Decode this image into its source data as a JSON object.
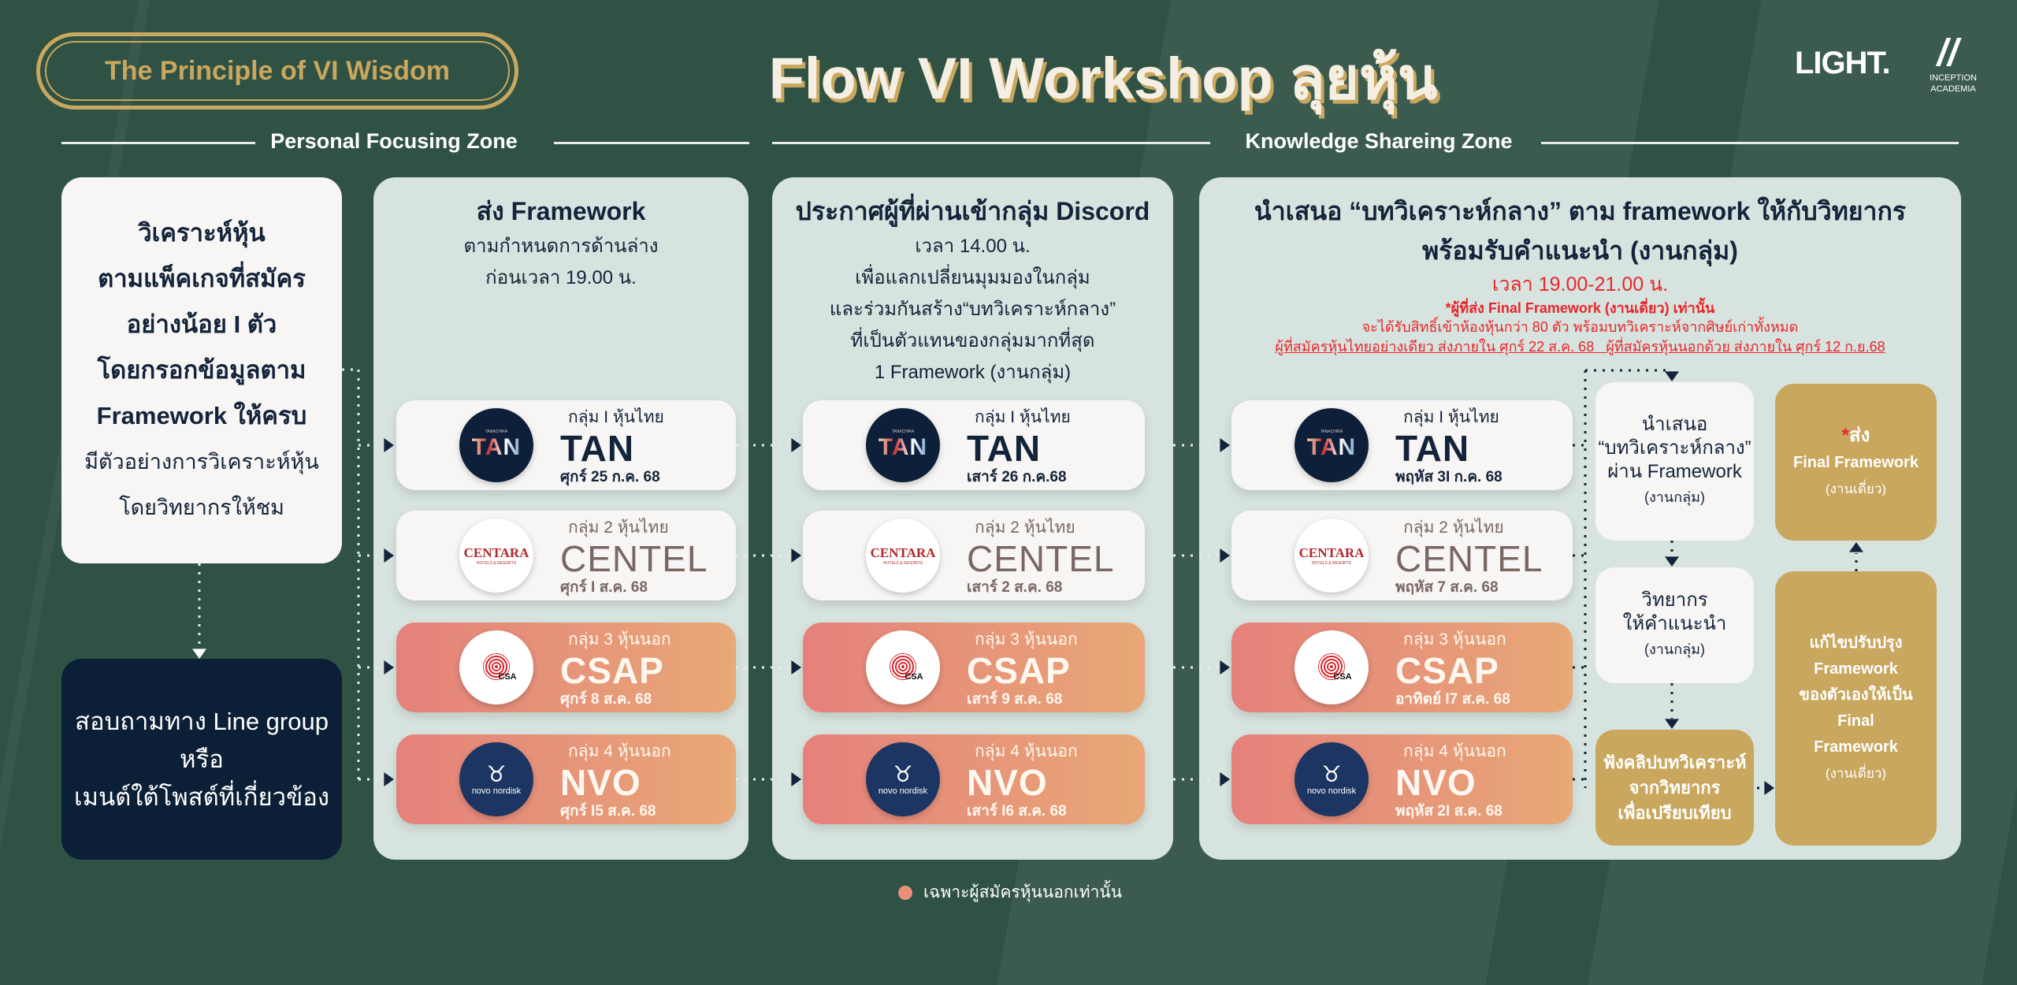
{
  "header": {
    "badge": "The Principle of VI Wisdom",
    "title": "Flow VI Workshop ลุยหุ้น",
    "logo_light": "LIGHT.",
    "logo_inception": "INCEPTION ACADEMIA"
  },
  "zones": {
    "personal": "Personal Focusing Zone",
    "knowledge": "Knowledge Shareing Zone"
  },
  "left": {
    "bold_lines": [
      "วิเคราะห์หุ้น",
      "ตามแพ็คเกจที่สมัคร",
      "อย่างน้อย I ตัว",
      "โดยกรอกข้อมูลตาม",
      "Framework ให้ครบ"
    ],
    "normal_lines": [
      "มีตัวอย่างการวิเคราะห์หุ้น",
      "โดยวิทยากรให้ชม"
    ],
    "contact_lines": [
      "สอบถามทาง Line group",
      "หรือ",
      "เมนต์ใต้โพสต์ที่เกี่ยวข้อง"
    ]
  },
  "columns": [
    {
      "title": "ส่ง Framework",
      "sub": [
        "ตามกำหนดการด้านล่าง",
        "ก่อนเวลา 19.00 น."
      ],
      "dates": [
        "ศุกร์ 25 ก.ค. 68",
        "ศุกร์ I ส.ค. 68",
        "ศุกร์ 8 ส.ค. 68",
        "ศุกร์ I5 ส.ค. 68"
      ]
    },
    {
      "title": "ประกาศผู้ที่ผ่านเข้ากลุ่ม Discord",
      "sub": [
        "เวลา 14.00 น.",
        "เพื่อแลกเปลี่ยนมุมมองในกลุ่ม",
        "และร่วมกันสร้าง“บทวิเคราะห์กลาง”",
        "ที่เป็นตัวแทนของกลุ่มมากที่สุด",
        "1 Framework (งานกลุ่ม)"
      ],
      "dates": [
        "เสาร์ 26 ก.ค.68",
        "เสาร์ 2 ส.ค. 68",
        "เสาร์ 9 ส.ค. 68",
        "เสาร์ I6 ส.ค. 68"
      ]
    },
    {
      "title": [
        "นำเสนอ “บทวิเคราะห์กลาง” ตาม framework ให้กับวิทยากร",
        "พร้อมรับคำแนะนำ (งานกลุ่ม)"
      ],
      "time": "เวลา 19.00-21.00 น.",
      "notes": [
        "*ผู้ที่ส่ง  Final Framework (งานเดี่ยว) เท่านั้น",
        "จะได้รับสิทธิ์เข้าห้องหุ้นกว่า 80 ตัว พร้อมบทวิเคราะห์จากศิษย์เก่าทั้งหมด"
      ],
      "deadline_thai": "ผู้ที่สมัครหุ้นไทยอย่างเดียว ส่งภายใน ศุกร์ 22 ส.ค. 68",
      "deadline_foreign": "ผู้ที่สมัครหุ้นนอกด้วย ส่งภายใน ศุกร์ 12 ก.ย.68",
      "dates": [
        "พฤหัส 3I ก.ค. 68",
        "พฤหัส 7 ส.ค. 68",
        "อาทิตย์ I7 ส.ค. 68",
        "พฤหัส 2I ส.ค. 68"
      ]
    }
  ],
  "groups": [
    {
      "label": "กลุ่ม I หุ้นไทย",
      "ticker": "TAN",
      "type": "thai",
      "tone": "dark",
      "logo": "tan",
      "logo_text": "TAN",
      "logo_sub": "TANACHIRA"
    },
    {
      "label": "กลุ่ม 2 หุ้นไทย",
      "ticker": "CENTEL",
      "type": "thai",
      "tone": "brown",
      "logo": "cen",
      "logo_text": "CENTARA",
      "logo_sub": "HOTELS & RESORTS"
    },
    {
      "label": "กลุ่ม 3 หุ้นนอก",
      "ticker": "CSAP",
      "type": "foreign",
      "tone": "",
      "logo": "csa",
      "logo_text": "CSA",
      "logo_sub": ""
    },
    {
      "label": "กลุ่ม 4 หุ้นนอก",
      "ticker": "NVO",
      "type": "foreign",
      "tone": "",
      "logo": "novo",
      "logo_text": "novo nordisk",
      "logo_sub": ""
    }
  ],
  "flow": {
    "present": [
      "นำเสนอ",
      "“บทวิเคราะห์กลาง”",
      "ผ่าน Framework",
      "(งานกลุ่ม)"
    ],
    "advice": [
      "วิทยากร",
      "ให้คำแนะนำ",
      "(งานกลุ่ม)"
    ],
    "listen": [
      "ฟังคลิปบทวิเคราะห์",
      "จากวิทยากร",
      "เพื่อเปรียบเทียบ"
    ],
    "submit_star": "*",
    "submit": "ส่ง",
    "submit_lines": [
      "Final Framework",
      "(งานเดี่ยว)"
    ],
    "revise": [
      "แก้ไขปรับปรุง",
      "Framework",
      "ของตัวเองให้เป็น",
      "Final",
      "Framework",
      "(งานเดี่ยว)"
    ]
  },
  "legend": {
    "text": "เฉพาะผู้สมัครหุ้นนอกเท่านั้น",
    "color": "#e8907c"
  },
  "colors": {
    "background": "#2f5244",
    "gold": "#c9a75e",
    "panel": "#d7e3de",
    "navy": "#0b2036",
    "red": "#e8262c"
  }
}
